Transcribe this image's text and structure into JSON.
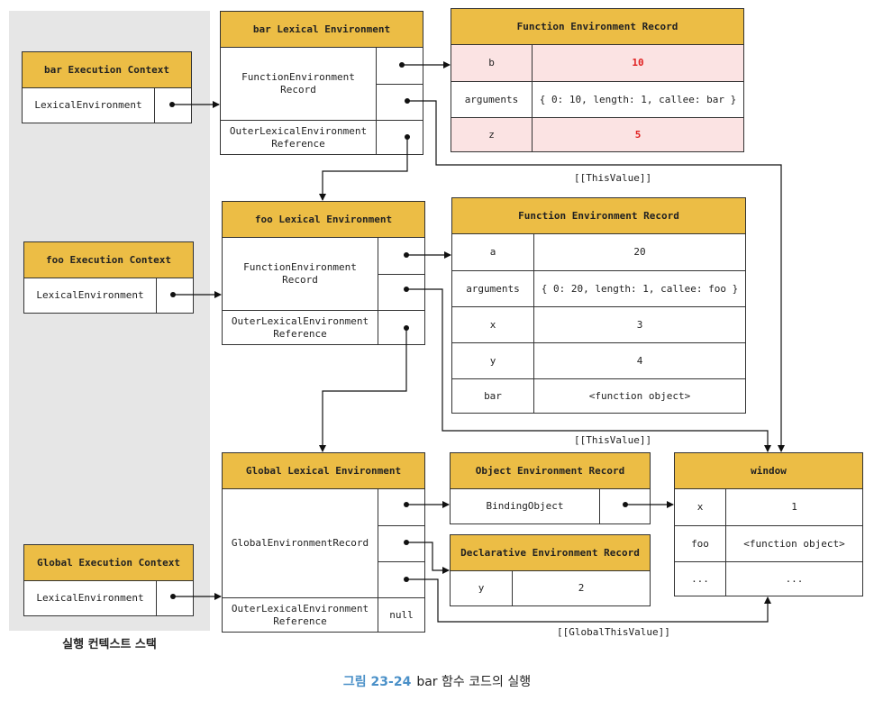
{
  "stack": {
    "label": "실행 컨텍스트 스택",
    "bar_ctx": {
      "title": "bar Execution Context",
      "field": "LexicalEnvironment"
    },
    "foo_ctx": {
      "title": "foo Execution Context",
      "field": "LexicalEnvironment"
    },
    "global_ctx": {
      "title": "Global Execution Context",
      "field": "LexicalEnvironment"
    }
  },
  "bar_env": {
    "title": "bar Lexical Environment",
    "record": "FunctionEnvironment\nRecord",
    "outer": "OuterLexicalEnvironment\nReference"
  },
  "foo_env": {
    "title": "foo Lexical Environment",
    "record": "FunctionEnvironment\nRecord",
    "outer": "OuterLexicalEnvironment\nReference"
  },
  "global_env": {
    "title": "Global Lexical Environment",
    "record": "GlobalEnvironmentRecord",
    "outer": "OuterLexicalEnvironment\nReference",
    "outer_value": "null"
  },
  "bar_record": {
    "title": "Function Environment Record",
    "rows": [
      {
        "key": "b",
        "value": "10"
      },
      {
        "key": "arguments",
        "value": "{ 0: 10, length: 1, callee: bar }"
      },
      {
        "key": "z",
        "value": "5"
      }
    ]
  },
  "foo_record": {
    "title": "Function Environment Record",
    "rows": [
      {
        "key": "a",
        "value": "20"
      },
      {
        "key": "arguments",
        "value": "{ 0: 20, length: 1, callee: foo }"
      },
      {
        "key": "x",
        "value": "3"
      },
      {
        "key": "y",
        "value": "4"
      },
      {
        "key": "bar",
        "value": "<function object>"
      }
    ]
  },
  "object_record": {
    "title": "Object Environment Record",
    "field": "BindingObject"
  },
  "declarative_record": {
    "title": "Declarative Environment Record",
    "rows": [
      {
        "key": "y",
        "value": "2"
      }
    ]
  },
  "window": {
    "title": "window",
    "rows": [
      {
        "key": "x",
        "value": "1"
      },
      {
        "key": "foo",
        "value": "<function object>"
      },
      {
        "key": "...",
        "value": "..."
      }
    ]
  },
  "labels": {
    "this_value_bar": "[[ThisValue]]",
    "this_value_foo": "[[ThisValue]]",
    "global_this_value": "[[GlobalThisValue]]"
  },
  "caption": {
    "number": "그림 23-24",
    "text": "bar 함수 코드의 실행"
  },
  "colors": {
    "header": "#ecbd45",
    "highlight_row": "#fbe3e3",
    "highlight_text": "#e02020",
    "stack_bg": "#e6e6e6"
  }
}
